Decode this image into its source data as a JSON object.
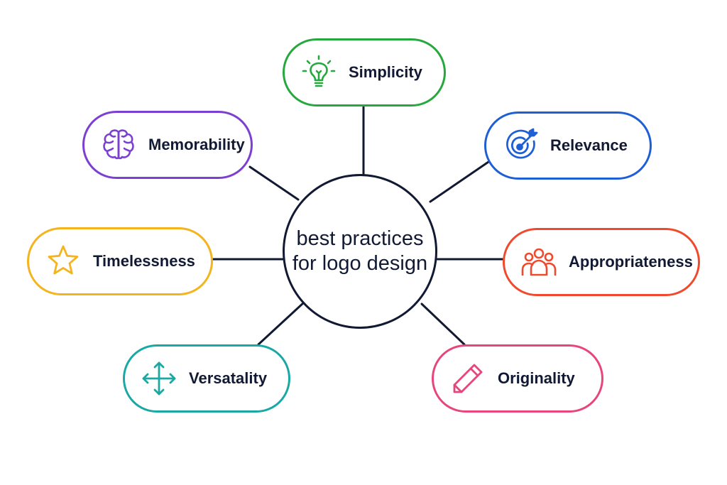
{
  "center": {
    "line1": "best practices",
    "line2": "for logo design"
  },
  "nodes": [
    {
      "id": "simplicity",
      "label": "Simplicity",
      "icon": "lightbulb-icon",
      "color": "#26a83e"
    },
    {
      "id": "relevance",
      "label": "Relevance",
      "icon": "target-icon",
      "color": "#1f5fd6"
    },
    {
      "id": "appropriateness",
      "label": "Appropriateness",
      "icon": "people-group-icon",
      "color": "#ef4a2d"
    },
    {
      "id": "originality",
      "label": "Originality",
      "icon": "pencil-icon",
      "color": "#e8457d"
    },
    {
      "id": "versatality",
      "label": "Versatality",
      "icon": "arrows-move-icon",
      "color": "#19a8a4"
    },
    {
      "id": "timelessness",
      "label": "Timelessness",
      "icon": "star-icon",
      "color": "#f3b41d"
    },
    {
      "id": "memorability",
      "label": "Memorability",
      "icon": "brain-icon",
      "color": "#7b3fd1"
    }
  ],
  "line_color": "#121a33"
}
